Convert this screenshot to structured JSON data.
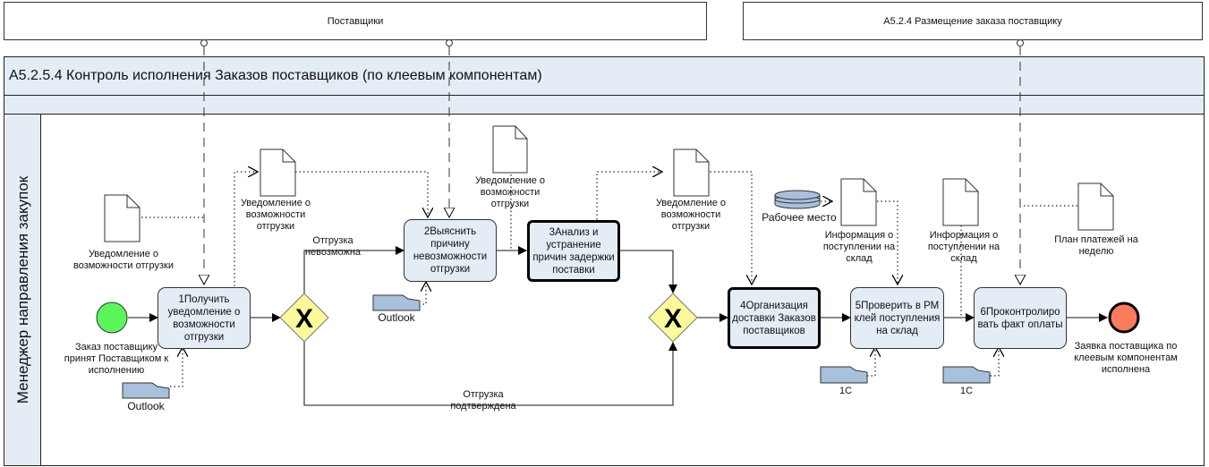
{
  "pools": {
    "suppliers": "Поставщики",
    "order_placement": "А5.2.4 Размещение заказа поставщику"
  },
  "process": {
    "title": "А5.2.5.4 Контроль исполнения Заказов поставщиков (по клеевым компонентам)",
    "lane": "Менеджер направления закупок"
  },
  "events": {
    "start": {
      "label": "Заказ поставщику\nпринят Поставщиком к\nисполнению",
      "color": "#5cf55c"
    },
    "end": {
      "label": "Заявка поставщика по\nклеевым компонентам\nисполнена",
      "color": "#fa7c5c"
    }
  },
  "tasks": [
    {
      "id": "1",
      "label": "1Получить уведомление о возможности отгрузки"
    },
    {
      "id": "2",
      "label": "2Выяснить причину невозможности отгрузки"
    },
    {
      "id": "3",
      "label": "3Анализ и устранение причин задержки поставки"
    },
    {
      "id": "4",
      "label": "4Организация доставки Заказов поставщиков"
    },
    {
      "id": "5",
      "label": "5Проверить в РМ клей поступления на склад"
    },
    {
      "id": "6",
      "label": "6Проконтролиро вать факт оплаты"
    }
  ],
  "gateways": {
    "symbol": "X",
    "color": "#fafa9c"
  },
  "flows": {
    "impossible": "Отгрузка\nневозможна",
    "confirmed": "Отгрузка\nподтверждена"
  },
  "documents": {
    "doc_left": "Уведомление о\nвозможности отгрузки",
    "doc_top1": "Уведомление о\nвозможности\nотгрузки",
    "doc_mid": "Уведомление о\nвозможности\nотгрузки",
    "doc_top2": "Уведомление о\nвозможности\nотгрузки",
    "doc_info1": "Информация о\nпоступлении на\nсклад",
    "doc_info2": "Информация о\nпоступлении на\nсклад",
    "doc_plan": "План платежей на\nнеделю"
  },
  "systems": {
    "outlook1": "Outlook",
    "outlook2": "Outlook",
    "c1_1": "1С",
    "c1_2": "1С",
    "workplace": "Рабочее место"
  },
  "colors": {
    "lane_bg": "#e4ecf6",
    "task_bg": "#e4ecf6",
    "system_bg": "#a8c0dc"
  }
}
